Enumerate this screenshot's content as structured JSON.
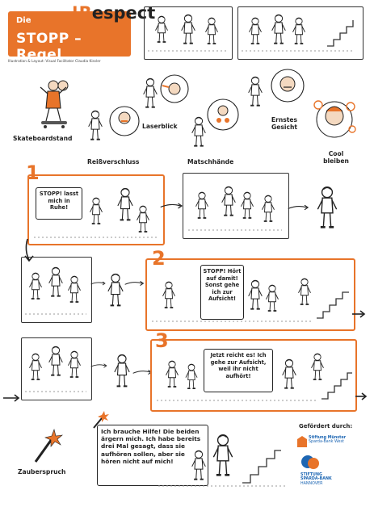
{
  "header": {
    "title_line1": "Die",
    "title_line2": "STOPP – Regel",
    "brand_mark": "!R",
    "brand_name": "espect",
    "credit": "Illustration & Layout: Visual Facilitator Claudia Kissler"
  },
  "poses": {
    "skateboard": "Skateboardstand",
    "zipper": "Reißverschluss",
    "laser": "Laserblick",
    "mud": "Matschhände",
    "serious": "Ernstes Gesicht",
    "cool": "Cool bleiben"
  },
  "steps": [
    {
      "number": "1",
      "speech": "STOPP! lasst mich in Ruhe!"
    },
    {
      "number": "2",
      "speech": "STOPP! Hört auf damit! Sonst gehe ich zur Aufsicht!"
    },
    {
      "number": "3",
      "speech": "Jetzt reicht es! Ich gehe zur Aufsicht, weil ihr nicht aufhört!"
    }
  ],
  "magic": {
    "label": "Zauberspruch",
    "speech": "Ich brauche Hilfe! Die beiden ärgern mich. Ich habe bereits drei Mal gesagt, dass sie aufhören sollen, aber sie hören nicht auf mich!"
  },
  "sponsors": {
    "heading": "Gefördert durch:",
    "sponsor1_line1": "Stiftung Münster",
    "sponsor1_line2": "Sparda-Bank West",
    "sponsor2_line1": "STIFTUNG",
    "sponsor2_line2": "SPARDA-BANK",
    "sponsor2_line3": "HANNOVER"
  },
  "colors": {
    "accent": "#e8742a",
    "ink": "#222222",
    "sponsor_blue": "#1d66b3"
  }
}
